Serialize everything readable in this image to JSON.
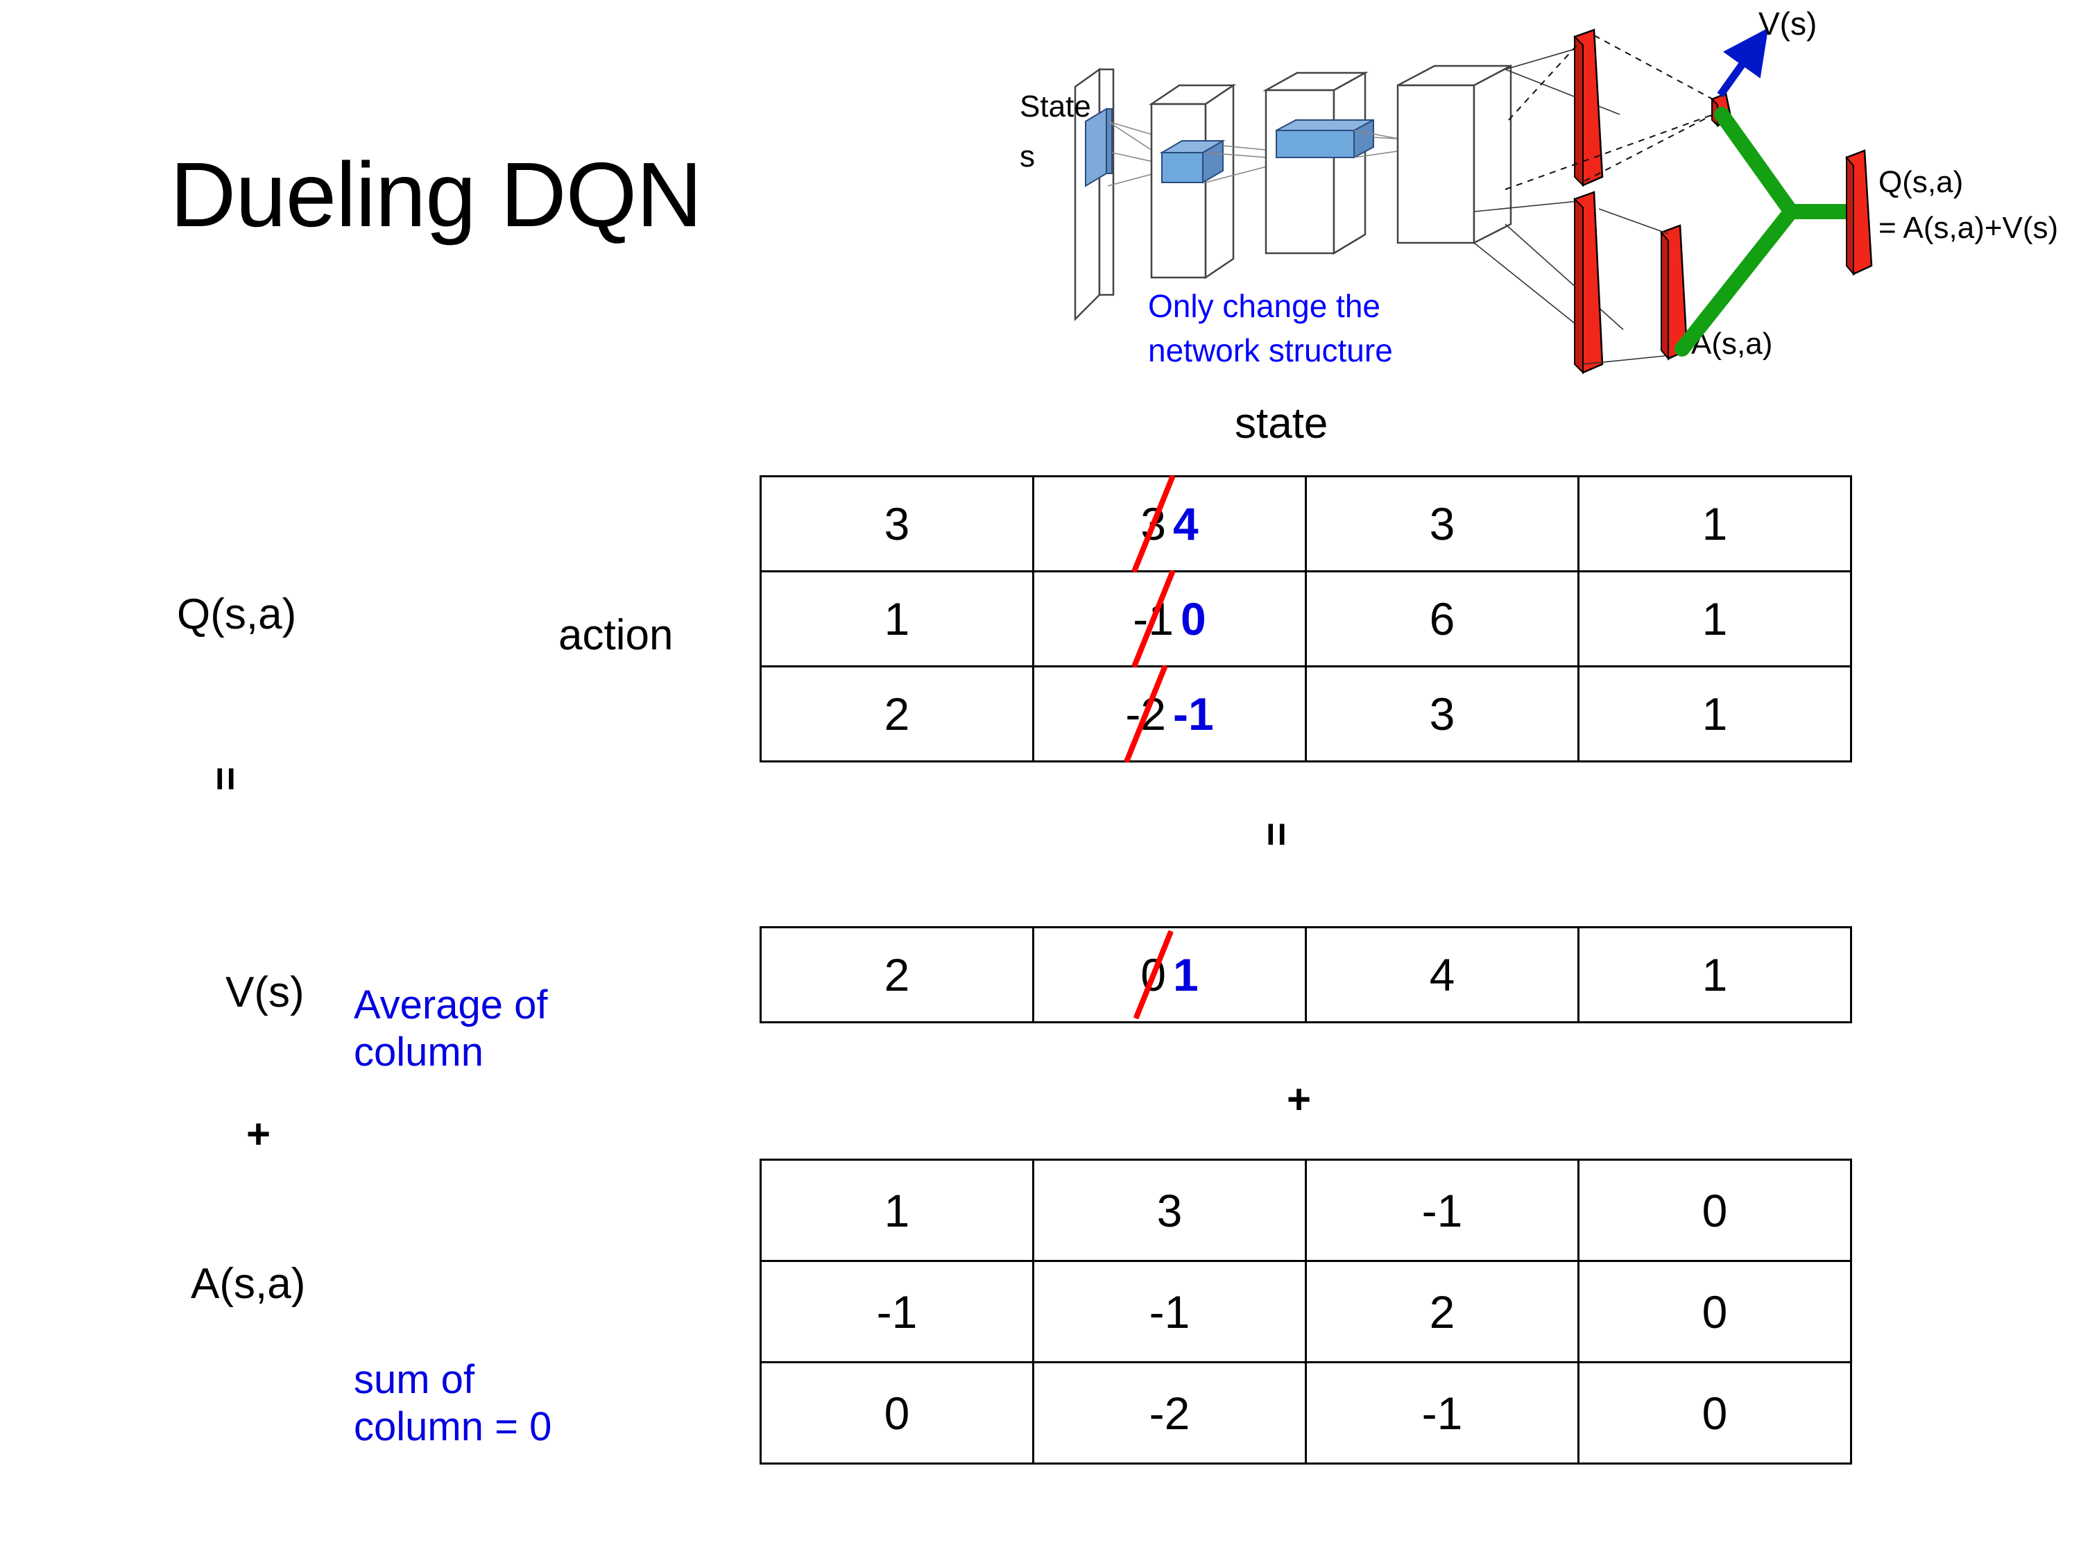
{
  "slide": {
    "title": "Dueling DQN"
  },
  "diagram": {
    "state_label_line1": "State",
    "state_label_line2": "s",
    "note_line1": "Only change the",
    "note_line2": "network structure",
    "value_output_label": "V(s)",
    "advantage_output_label": "A(s,a)",
    "q_output_line1": "Q(s,a)",
    "q_output_line2": "= A(s,a)+V(s)",
    "colors": {
      "note_blue": "#0000FF",
      "arrow_blue": "#0018C8",
      "bar_red": "#F0261A",
      "merge_green": "#13A013",
      "conv_blue": "#6FA8DC"
    }
  },
  "axes": {
    "state_axis_label": "state",
    "action_axis_label": "action"
  },
  "labels": {
    "q_label": "Q(s,a)",
    "v_label": "V(s)",
    "a_label": "A(s,a)",
    "equals_1": "=",
    "equals_2": "=",
    "plus_1": "+",
    "plus_2": "+",
    "avg_note_line1": "Average of",
    "avg_note_line2": "column",
    "sum_note_line1": "sum of",
    "sum_note_line2": "column = 0",
    "annotation_color": "#0000E0",
    "strike_color": "#FF0000"
  },
  "chart_data": {
    "type": "table",
    "title": "Dueling DQN  Q(s,a) = V(s) + A(s,a)",
    "xlabel": "state",
    "ylabel": "action",
    "tables": [
      {
        "name": "Q(s,a)",
        "rows": [
          [
            "3",
            "3",
            "3",
            "1"
          ],
          [
            "1",
            "-1",
            "6",
            "1"
          ],
          [
            "2",
            "-2",
            "3",
            "1"
          ]
        ],
        "edits": [
          {
            "row": 0,
            "col": 1,
            "old": "3",
            "new": "4"
          },
          {
            "row": 1,
            "col": 1,
            "old": "-1",
            "new": "0"
          },
          {
            "row": 2,
            "col": 1,
            "old": "-2",
            "new": "-1"
          }
        ]
      },
      {
        "name": "V(s)",
        "rows": [
          [
            "2",
            "0",
            "4",
            "1"
          ]
        ],
        "edits": [
          {
            "row": 0,
            "col": 1,
            "old": "0",
            "new": "1"
          }
        ]
      },
      {
        "name": "A(s,a)",
        "rows": [
          [
            "1",
            "3",
            "-1",
            "0"
          ],
          [
            "-1",
            "-1",
            "2",
            "0"
          ],
          [
            "0",
            "-2",
            "-1",
            "0"
          ]
        ],
        "edits": []
      }
    ]
  }
}
